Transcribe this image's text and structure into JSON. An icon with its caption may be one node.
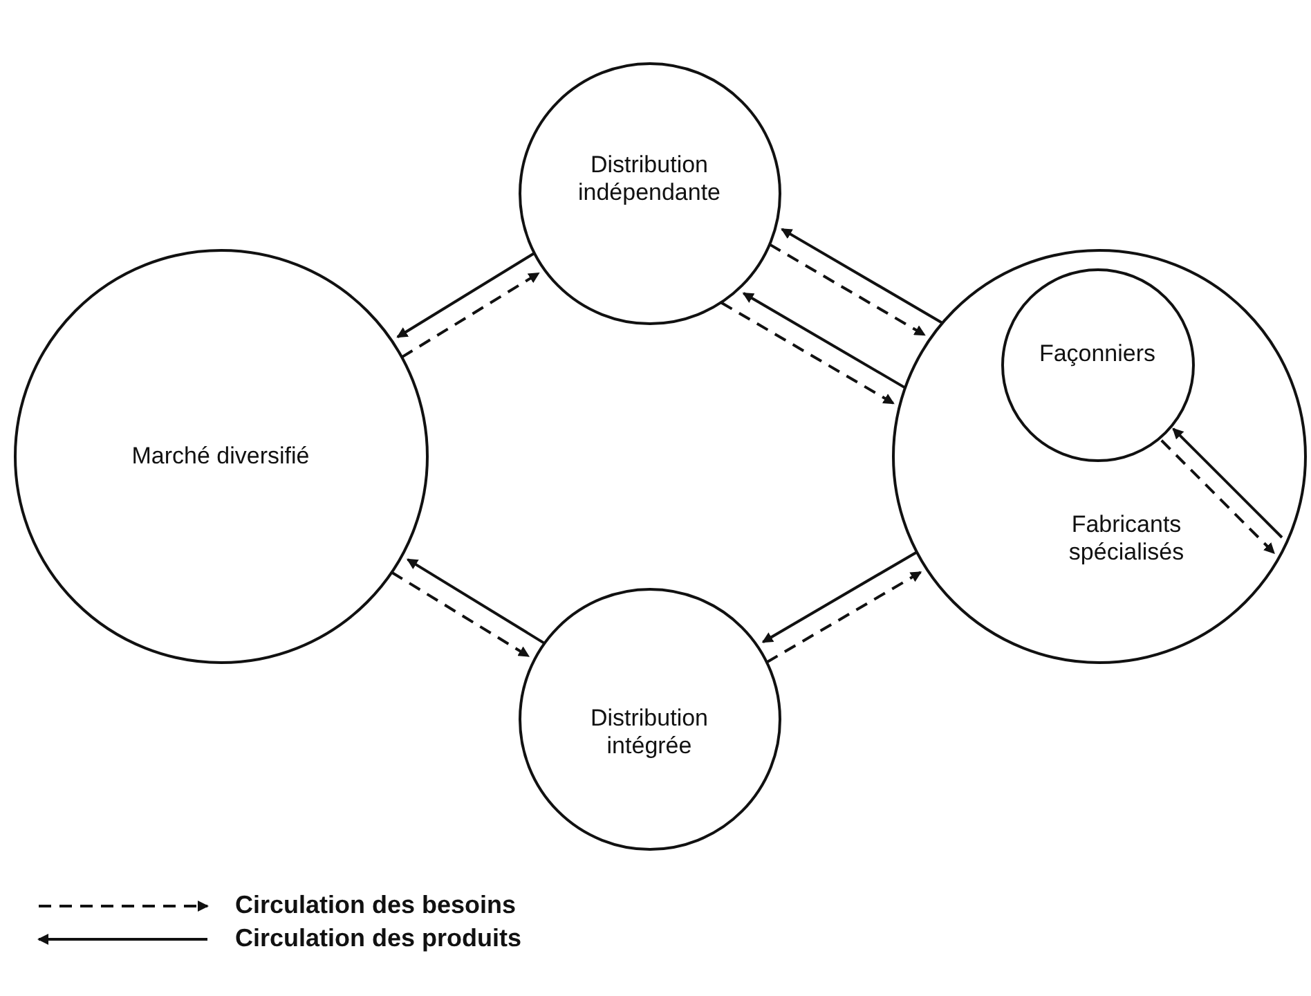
{
  "diagram": {
    "nodes": [
      {
        "text": [
          "Marché diversifié"
        ]
      },
      {
        "text": [
          "Distribution indépendante"
        ]
      },
      {
        "text": [
          "Distribution intégrée"
        ]
      },
      {
        "text": [
          "Fabricants spécialisés"
        ]
      },
      {
        "text": [
          "Façonniers"
        ],
        "in": 3
      }
    ],
    "edges": [
      {
        "from": 0,
        "to": 1,
        "arrow": "to",
        "style": "dashed"
      },
      {
        "from": 1,
        "to": 0,
        "arrow": "to"
      },
      {
        "from": 1,
        "to": 3,
        "arrow": "to",
        "style": "dashed"
      },
      {
        "from": 3,
        "to": 1,
        "arrow": "to"
      },
      {
        "from": 1,
        "to": 3,
        "arrow": "to",
        "style": "dashed"
      },
      {
        "from": 3,
        "to": 1,
        "arrow": "to"
      },
      {
        "from": 0,
        "to": 2,
        "arrow": "to",
        "style": "dashed"
      },
      {
        "from": 2,
        "to": 0,
        "arrow": "to"
      },
      {
        "from": 2,
        "to": 3,
        "arrow": "to",
        "style": "dashed"
      },
      {
        "from": 3,
        "to": 2,
        "arrow": "to"
      },
      {
        "from": 4,
        "to": 3,
        "arrow": "to",
        "style": "dashed"
      },
      {
        "from": 3,
        "to": 4,
        "arrow": "to"
      }
    ],
    "legend": [
      {
        "text": "Circulation des besoins"
      },
      {
        "text": "Circulation des produits"
      }
    ]
  }
}
